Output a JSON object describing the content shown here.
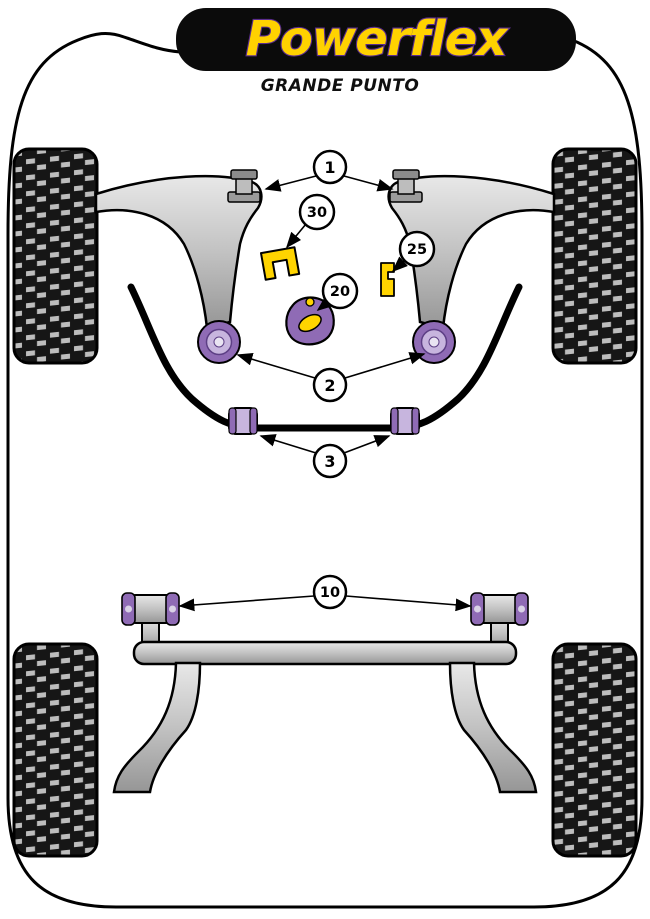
{
  "brand": {
    "logo_text": "Powerflex",
    "model_label": "GRANDE PUNTO"
  },
  "callouts": [
    {
      "label": "1",
      "part": "front-engine-mounts"
    },
    {
      "label": "30",
      "part": "yellow-bracket-part"
    },
    {
      "label": "25",
      "part": "yellow-insert-part"
    },
    {
      "label": "20",
      "part": "lower-mount-purple-insert"
    },
    {
      "label": "2",
      "part": "front-lower-arm-bushes"
    },
    {
      "label": "3",
      "part": "anti-roll-bar-bushes"
    },
    {
      "label": "10",
      "part": "rear-beam-mount-bushes"
    }
  ],
  "colors": {
    "logo_yellow": "#FFD200",
    "logo_purple": "#5B2D8E",
    "banner_black": "#0B0B0B",
    "bush_purple": "#8F6BB5",
    "bush_purple_light": "#C7B5DE",
    "part_yellow": "#FFD400",
    "metal_gray": "#C9C9C9",
    "outline_black": "#000000"
  }
}
